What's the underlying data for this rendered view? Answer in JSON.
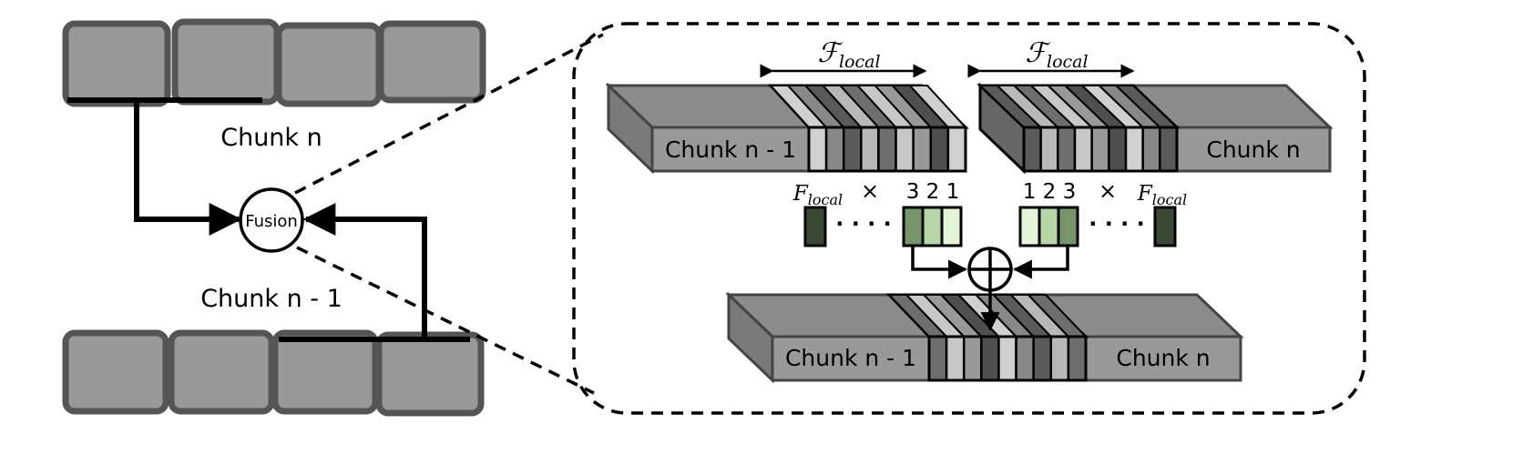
{
  "left": {
    "top_chunk_label": "Chunk n",
    "bottom_chunk_label": "Chunk n - 1",
    "fusion_label": "Fusion"
  },
  "detail": {
    "f_local_script": "ℱ",
    "f_local_subscript": "local",
    "F_symbol": "F",
    "times": "×",
    "top_left_block_label": "Chunk n - 1",
    "top_right_block_label": "Chunk n",
    "bottom_left_block_label": "Chunk n - 1",
    "bottom_right_block_label": "Chunk n",
    "left_weights_label": "3 2 1",
    "right_weights_label": "1 2 3",
    "dots": "· · · ·",
    "oplus": "⊕"
  },
  "colors": {
    "cell_fill": "#999999",
    "cell_stroke": "#555555",
    "block_front": "#999999",
    "block_top": "#8c8c8c",
    "block_side": "#7a7a7a",
    "green_dark": "#3b4a34",
    "green_mid": "#76956a",
    "green_light": "#b7d6a8",
    "green_pale": "#e3f5d8"
  }
}
